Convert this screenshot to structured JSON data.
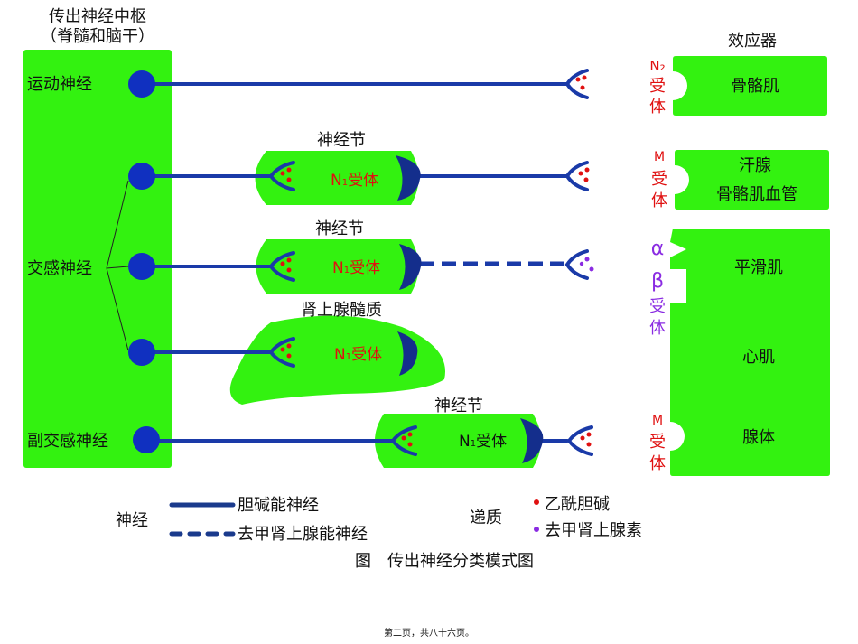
{
  "colors": {
    "tissue": "#33f210",
    "nerve": "#1a3aa8",
    "crescent": "#142e8c",
    "ach": "#e01010",
    "ne": "#8a2be2",
    "receptor_red": "#e01010",
    "receptor_purple": "#8a2be2"
  },
  "center": {
    "title": "传出神经中枢",
    "subtitle": "（脊髓和脑干）"
  },
  "nerves": {
    "motor": "运动神经",
    "sympathetic": "交感神经",
    "parasympathetic": "副交感神经"
  },
  "ganglia": {
    "ganglion1": "神经节",
    "ganglion2": "神经节",
    "adrenal": "肾上腺髓质",
    "ganglion3": "神经节",
    "receptor_n": "N",
    "receptor_sub": "1",
    "receptor_word": "受体"
  },
  "effectors": {
    "title": "效应器",
    "skeletal_muscle": "骨骼肌",
    "sweat_gland": "汗腺",
    "skeletal_vessel": "骨骼肌血管",
    "smooth_muscle": "平滑肌",
    "cardiac_muscle": "心肌",
    "gland": "腺体"
  },
  "receptors": {
    "n2": "N₂",
    "m": "M",
    "shou": "受",
    "ti": "体",
    "alpha": "α",
    "beta": "β"
  },
  "legend": {
    "nerve_label": "神经",
    "cholinergic": "胆碱能神经",
    "adrenergic": "去甲肾上腺能神经",
    "transmitter_label": "递质",
    "ach": "乙酰胆碱",
    "ne": "去甲肾上腺素"
  },
  "caption": "图　传出神经分类模式图",
  "footer": "第二页，共八十六页。"
}
